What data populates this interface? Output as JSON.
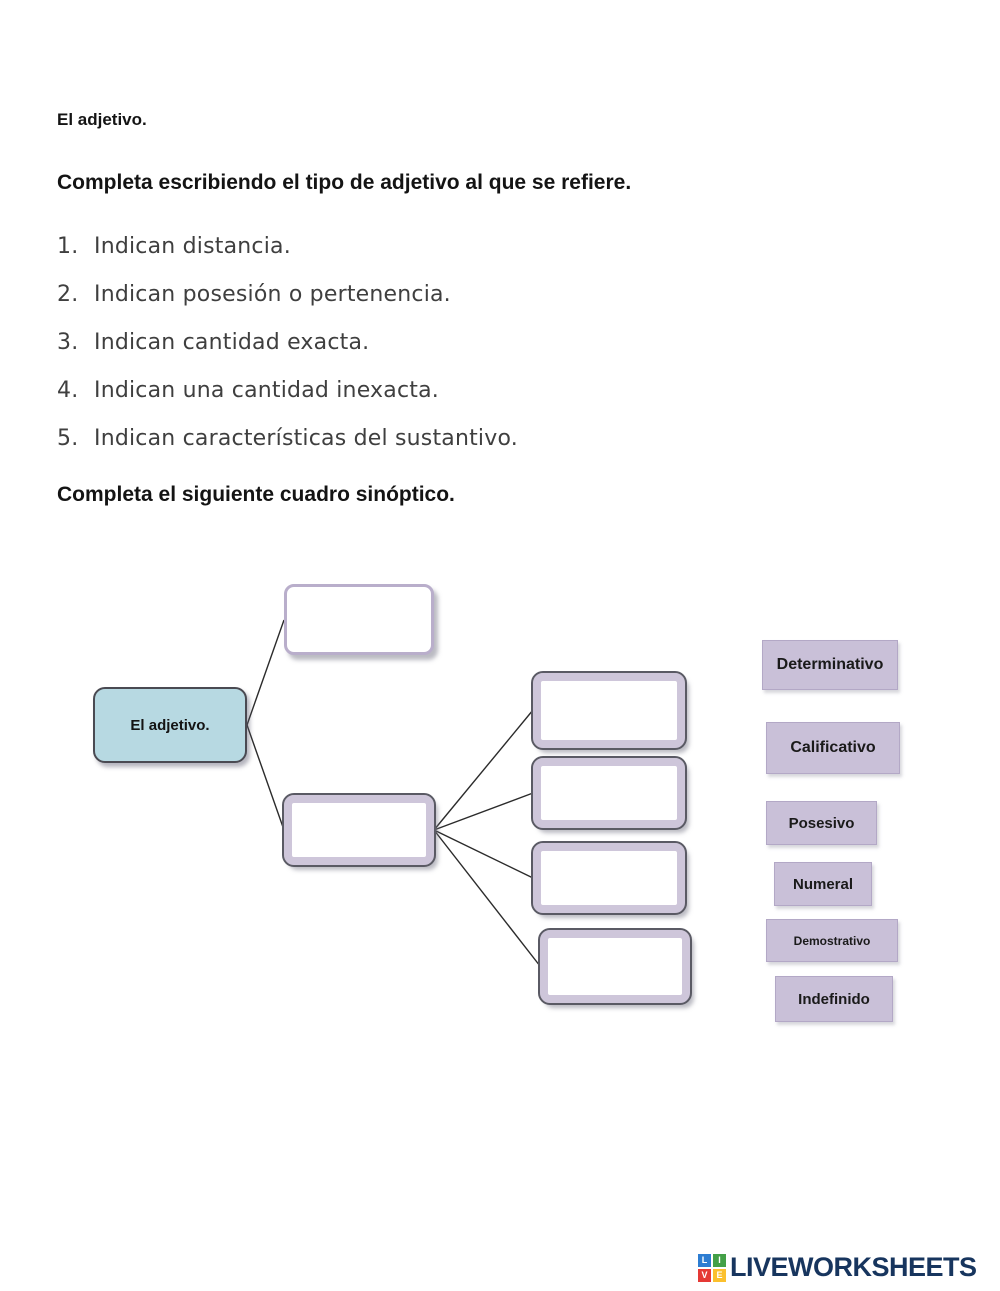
{
  "header": {
    "title": "El adjetivo.",
    "instruction1": "Completa escribiendo el tipo de adjetivo al que se refiere.",
    "instruction2": "Completa el siguiente cuadro sinóptico."
  },
  "questions": [
    {
      "number": "1.",
      "text": "Indican distancia."
    },
    {
      "number": "2.",
      "text": "Indican posesión o pertenencia."
    },
    {
      "number": "3.",
      "text": "Indican cantidad exacta."
    },
    {
      "number": "4.",
      "text": "Indican una cantidad inexacta."
    },
    {
      "number": "5.",
      "text": "Indican características del sustantivo."
    }
  ],
  "diagram": {
    "root_label": "El adjetivo.",
    "answer_boxes": [
      "",
      "",
      "",
      "",
      "",
      ""
    ]
  },
  "word_bank": {
    "items": [
      "Determinativo",
      "Calificativo",
      "Posesivo",
      "Numeral",
      "Demostrativo",
      "Indefinido"
    ]
  },
  "footer": {
    "brand": "LIVEWORKSHEETS",
    "icon_letters": [
      "L",
      "I",
      "V",
      "E"
    ]
  },
  "colors": {
    "root_box_fill": "#b7d9e2",
    "answer_box_border": "#cec6da",
    "word_bank_fill": "#c9c0d8",
    "brand_navy": "#17355e"
  }
}
